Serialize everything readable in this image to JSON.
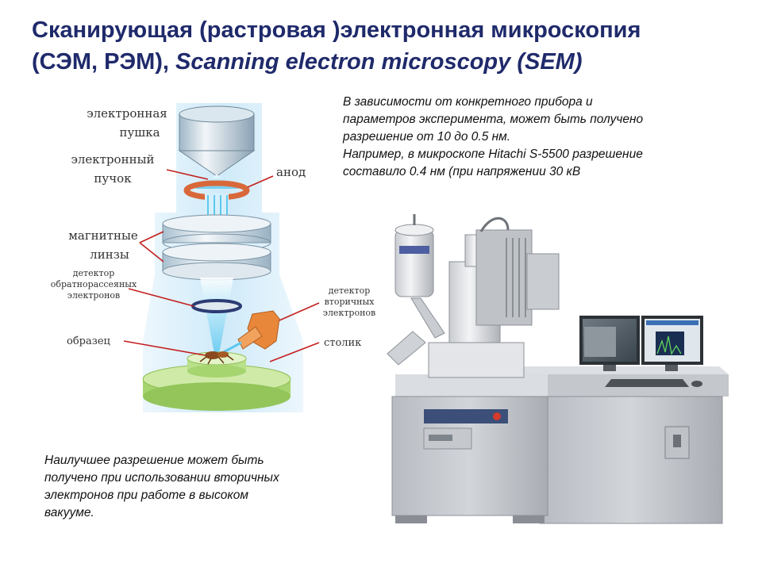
{
  "title": {
    "line1": "Сканирующая (растровая )электронная микроскопия",
    "line2_prefix": "(СЭМ, РЭМ), ",
    "line2_latin": "Scanning electron microscopy (SEM)"
  },
  "note_top": {
    "line1": "В зависимости от конкретного прибора и",
    "line2": "параметров эксперимента, может быть получено",
    "line3": "разрешение от 10 до 0.5 нм.",
    "line4": "Например, в микроскопе Hitachi S-5500 разрешение",
    "line5": "составило 0.4 нм (при напряжении 30 кВ"
  },
  "note_bottom": {
    "line1": "Наилучшее разрешение может быть",
    "line2": "получено при использовании вторичных",
    "line3": "электронов при работе в высоком",
    "line4": "вакууме."
  },
  "diagram_labels": {
    "gun_1": "электронная",
    "gun_2": "пушка",
    "beam_1": "электронный",
    "beam_2": "пучок",
    "anode": "анод",
    "lenses_1": "магнитные",
    "lenses_2": "линзы",
    "bse_1": "детектор",
    "bse_2": "обратнорассеяных",
    "bse_3": "электронов",
    "se_1": "детектор",
    "se_2": "вторичных",
    "se_3": "электронов",
    "sample": "образец",
    "stage": "столик"
  },
  "colors": {
    "title": "#1f2a6b",
    "beam": "#5ec8f0",
    "column_blue": "#bfe3f7",
    "anode": "#d8683a",
    "detector": "#e8873a",
    "stage": "#b9e08a",
    "machine_gray": "#c9ccd1"
  }
}
